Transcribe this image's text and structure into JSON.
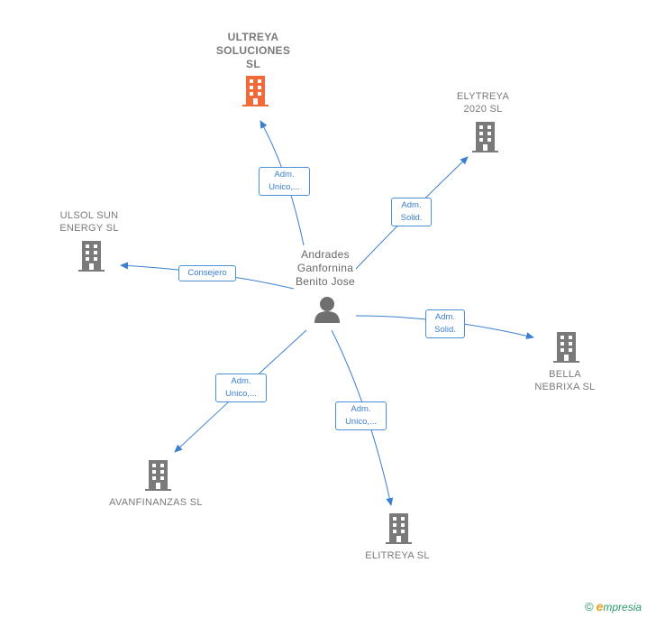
{
  "center": {
    "lines": [
      "Andrades",
      "Ganfornina",
      "Benito Jose"
    ]
  },
  "companies": {
    "ultreya": {
      "lines": [
        "ULTREYA",
        "SOLUCIONES",
        "SL"
      ],
      "color": "#f26a3a"
    },
    "elytreya": {
      "lines": [
        "ELYTREYA",
        "2020  SL"
      ],
      "color": "#7a7a7a"
    },
    "ulsol": {
      "lines": [
        "ULSOL SUN",
        "ENERGY  SL"
      ],
      "color": "#7a7a7a"
    },
    "bella": {
      "lines": [
        "BELLA",
        "NEBRIXA  SL"
      ],
      "color": "#7a7a7a"
    },
    "avanfinanzas": {
      "lines": [
        "AVANFINANZAS SL"
      ],
      "color": "#7a7a7a"
    },
    "elitreya": {
      "lines": [
        "ELITREYA  SL"
      ],
      "color": "#7a7a7a"
    }
  },
  "edges": {
    "ultreya": [
      "Adm.",
      "Unico,..."
    ],
    "elytreya": [
      "Adm.",
      "Solid."
    ],
    "ulsol": [
      "Consejero"
    ],
    "bella": [
      "Adm.",
      "Solid."
    ],
    "avanfinanzas": [
      "Adm.",
      "Unico,..."
    ],
    "elitreya": [
      "Adm.",
      "Unico,..."
    ]
  },
  "colors": {
    "edge": "#3a7fd0",
    "person": "#6f6f6f"
  },
  "footer": {
    "copyright": "©",
    "brand_initial": "e",
    "brand_rest": "mpresia"
  }
}
